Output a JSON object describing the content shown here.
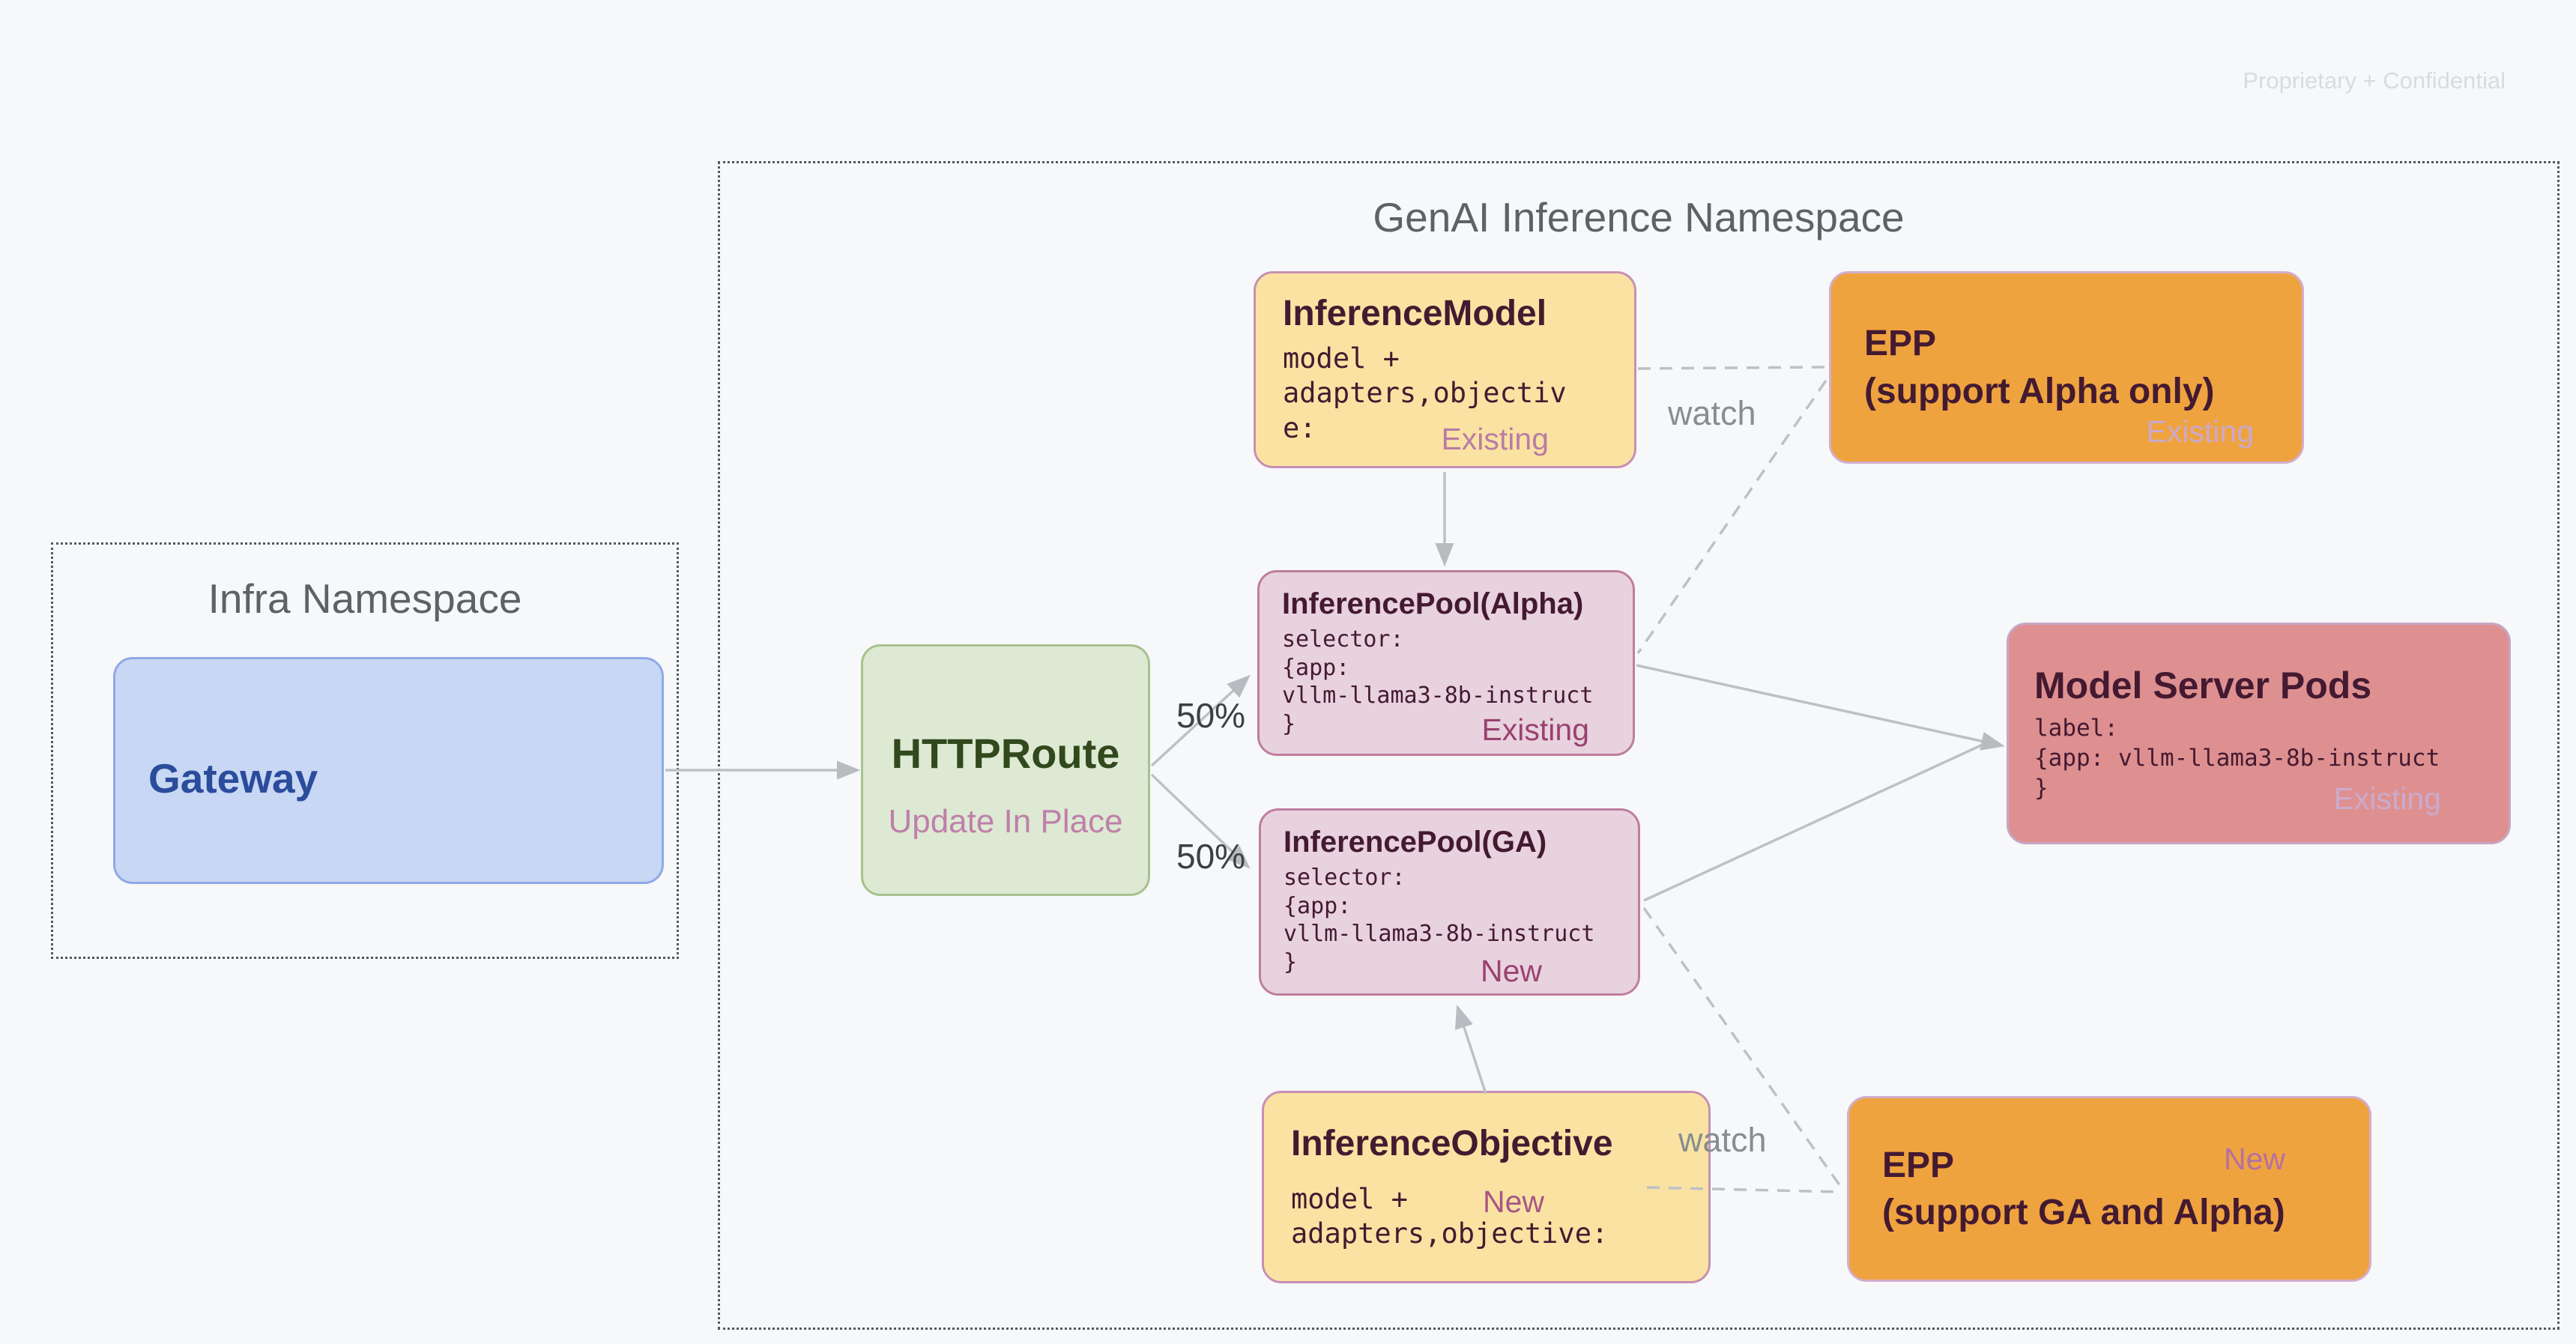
{
  "page": {
    "watermark": "Proprietary + Confidential",
    "background": "#F7F8FA"
  },
  "namespaces": {
    "infra": {
      "title": "Infra Namespace"
    },
    "genai": {
      "title": "GenAI Inference Namespace"
    }
  },
  "nodes": {
    "gateway": {
      "title": "Gateway"
    },
    "httproute": {
      "title": "HTTPRoute",
      "subtitle": "Update In Place"
    },
    "inference_model": {
      "title": "InferenceModel",
      "body": "model +\nadapters,objectiv\ne:",
      "tag": "Existing"
    },
    "epp_alpha": {
      "title": "EPP\n(support Alpha only)",
      "tag": "Existing"
    },
    "pool_alpha": {
      "title": "InferencePool(Alpha)",
      "body": "selector:\n{app:\nvllm-llama3-8b-instruct\n}",
      "tag": "Existing"
    },
    "pool_ga": {
      "title": "InferencePool(GA)",
      "body": "selector:\n{app:\nvllm-llama3-8b-instruct\n}",
      "tag": "New"
    },
    "model_server_pods": {
      "title": "Model Server Pods",
      "body": "label:\n{app: vllm-llama3-8b-instruct\n}",
      "tag": "Existing"
    },
    "inference_objective": {
      "title": "InferenceObjective",
      "body": "model +\nadapters,objective:",
      "tag": "New"
    },
    "epp_ga": {
      "title": "EPP\n(support GA and Alpha)",
      "tag": "New"
    }
  },
  "edge_labels": {
    "watch_top": "watch",
    "watch_bottom": "watch",
    "split_top": "50%",
    "split_bottom": "50%"
  },
  "colors": {
    "background": "#F7F8FA",
    "yellow_fill": "#FAE3A2",
    "yellow_border": "#C78FB3",
    "orange_fill": "#EFA33F",
    "orange_border": "#D2AECB",
    "mauve_fill": "#E8D2DE",
    "mauve_border": "#BE7E9D",
    "salmon_fill": "#DE9090",
    "salmon_border": "#C6A6C4",
    "green_fill": "#DDE9D3",
    "green_border": "#A6C28E",
    "blue_fill": "#C7D7F4",
    "blue_border": "#8FA9E6",
    "dark_text": "#441A31",
    "gateway_text": "#2B4C9B",
    "httproute_text": "#31491D",
    "pink_label": "#B97CA5",
    "rose_label": "#9A416F",
    "lavender_label": "#CCA9C8",
    "gray_label": "#878D91",
    "connector": "#BDC1C6",
    "namespace_title": "#5E6165",
    "watermark_text": "#D9DBDF"
  }
}
